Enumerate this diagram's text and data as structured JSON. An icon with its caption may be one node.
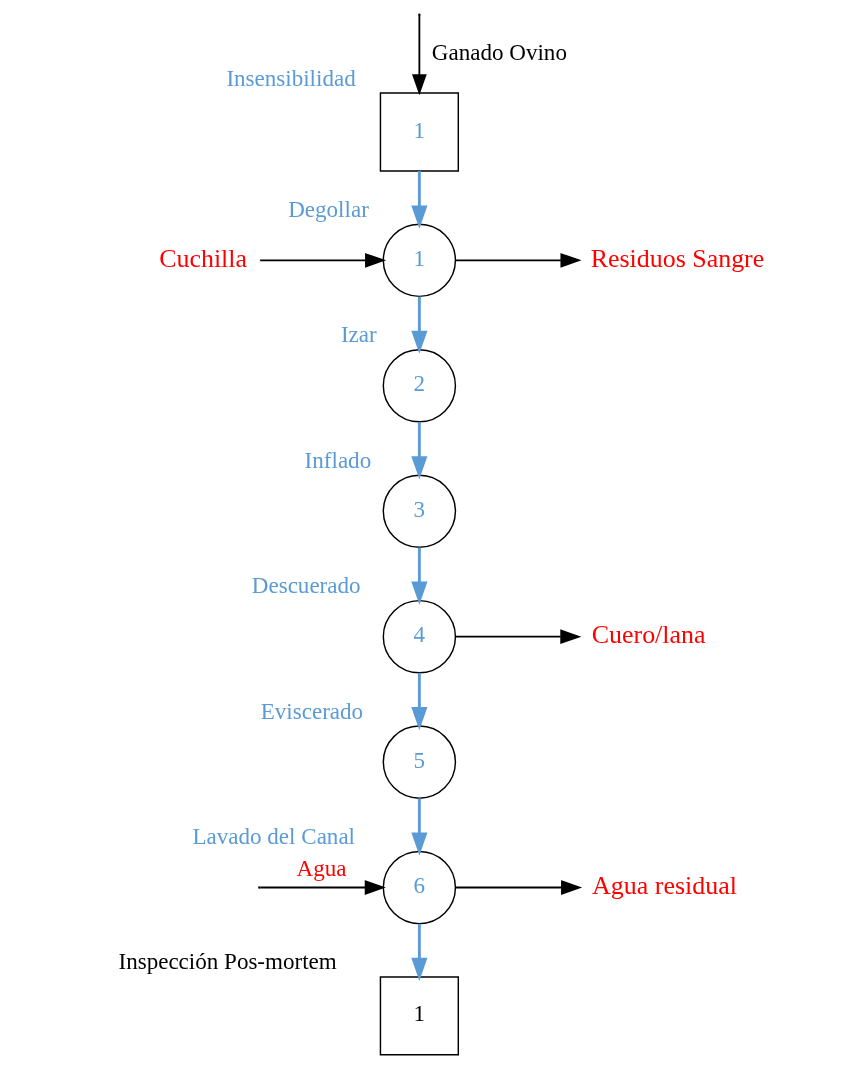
{
  "diagram": {
    "nodes": [
      {
        "text": [
          "1"
        ],
        "beside": [
          "Insensibilidad"
        ]
      },
      {
        "text": [
          "Cuchilla"
        ]
      },
      {
        "text": [
          "1"
        ],
        "beside": [
          "Degollar"
        ]
      },
      {
        "text": [
          "Residuos Sangre"
        ]
      },
      {
        "text": [
          "2"
        ],
        "beside": [
          "Izar"
        ]
      },
      {
        "text": [
          "3"
        ],
        "beside": [
          "Inflado"
        ]
      },
      {
        "text": [
          "4"
        ],
        "beside": [
          "Descuerado"
        ]
      },
      {
        "text": [
          "Cuero/lana"
        ]
      },
      {
        "text": [
          "5"
        ],
        "beside": [
          "Eviscerado"
        ]
      },
      {
        "text": [
          "6"
        ],
        "beside": [
          "Lavado del Canal"
        ]
      },
      {
        "text": [
          "Agua residual"
        ]
      },
      {
        "text": [
          "1"
        ],
        "beside": [
          "Inspección Pos-mortem"
        ]
      }
    ],
    "edges": [
      {
        "from": null,
        "to": 0,
        "arrow": "to",
        "label": "Ganado Ovino",
        "color": "#000000"
      },
      {
        "from": 0,
        "to": 2,
        "arrow": "to"
      },
      {
        "from": 1,
        "to": 2,
        "arrow": "to",
        "color": "#000000"
      },
      {
        "from": 2,
        "to": 3,
        "arrow": "to",
        "color": "#000000"
      },
      {
        "from": 2,
        "to": 4,
        "arrow": "to"
      },
      {
        "from": 4,
        "to": 5,
        "arrow": "to"
      },
      {
        "from": 5,
        "to": 6,
        "arrow": "to"
      },
      {
        "from": 6,
        "to": 7,
        "arrow": "to",
        "color": "#000000"
      },
      {
        "from": 6,
        "to": 8,
        "arrow": "to"
      },
      {
        "from": 8,
        "to": 9,
        "arrow": "to"
      },
      {
        "from": null,
        "to": 9,
        "arrow": "to",
        "label": "Agua",
        "color": "#000000"
      },
      {
        "from": 9,
        "to": 10,
        "arrow": "to",
        "color": "#000000"
      },
      {
        "from": 9,
        "to": 11,
        "arrow": "to"
      }
    ]
  }
}
